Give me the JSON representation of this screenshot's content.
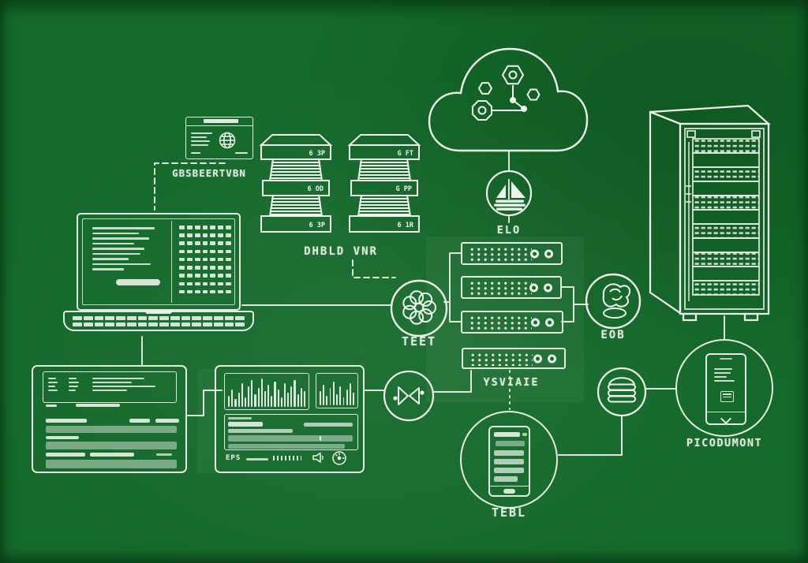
{
  "colors": {
    "background": "#15692b",
    "line": "#edf2ea"
  },
  "labels": {
    "browser_window": "GBSBEERTVBN",
    "component_stacks": "DHBLD VNR",
    "cloud_badge": "ELO",
    "process_badge": "TEET",
    "user_badge": "EOB",
    "server_group": "YSVIAIE",
    "mobile_badge": "TEBL",
    "mobile_showcase": "PICODUMONT"
  },
  "stacks": {
    "left": {
      "tags": [
        "6 3P",
        "6 OD",
        "6 3P"
      ]
    },
    "right": {
      "tags": [
        "G FT",
        "G PP",
        "6 1R"
      ]
    }
  },
  "monitor_panel": {
    "footer_label": "EPS",
    "chart1": {
      "type": "bar",
      "values": [
        14,
        22,
        10,
        18,
        30,
        12,
        26,
        34,
        16,
        24,
        36,
        20,
        28,
        14,
        32,
        22,
        12,
        30,
        18,
        26,
        34,
        16,
        24,
        20
      ]
    },
    "chart2": {
      "type": "bar",
      "values": [
        18,
        26,
        12,
        22,
        30,
        14,
        24,
        10,
        20,
        28,
        16
      ]
    }
  },
  "icons": {
    "cloud": "cloud-network-icon",
    "boat": "sailboat-icon",
    "gear": "gear-flower-icon",
    "user": "user-blob-icon",
    "database": "database-icon",
    "bowtie": "bowtie-icon",
    "globe": "globe-icon",
    "phone": "smartphone-icon",
    "chevron": "chevron-down-icon",
    "speaker": "speaker-icon",
    "dial": "dial-icon"
  }
}
